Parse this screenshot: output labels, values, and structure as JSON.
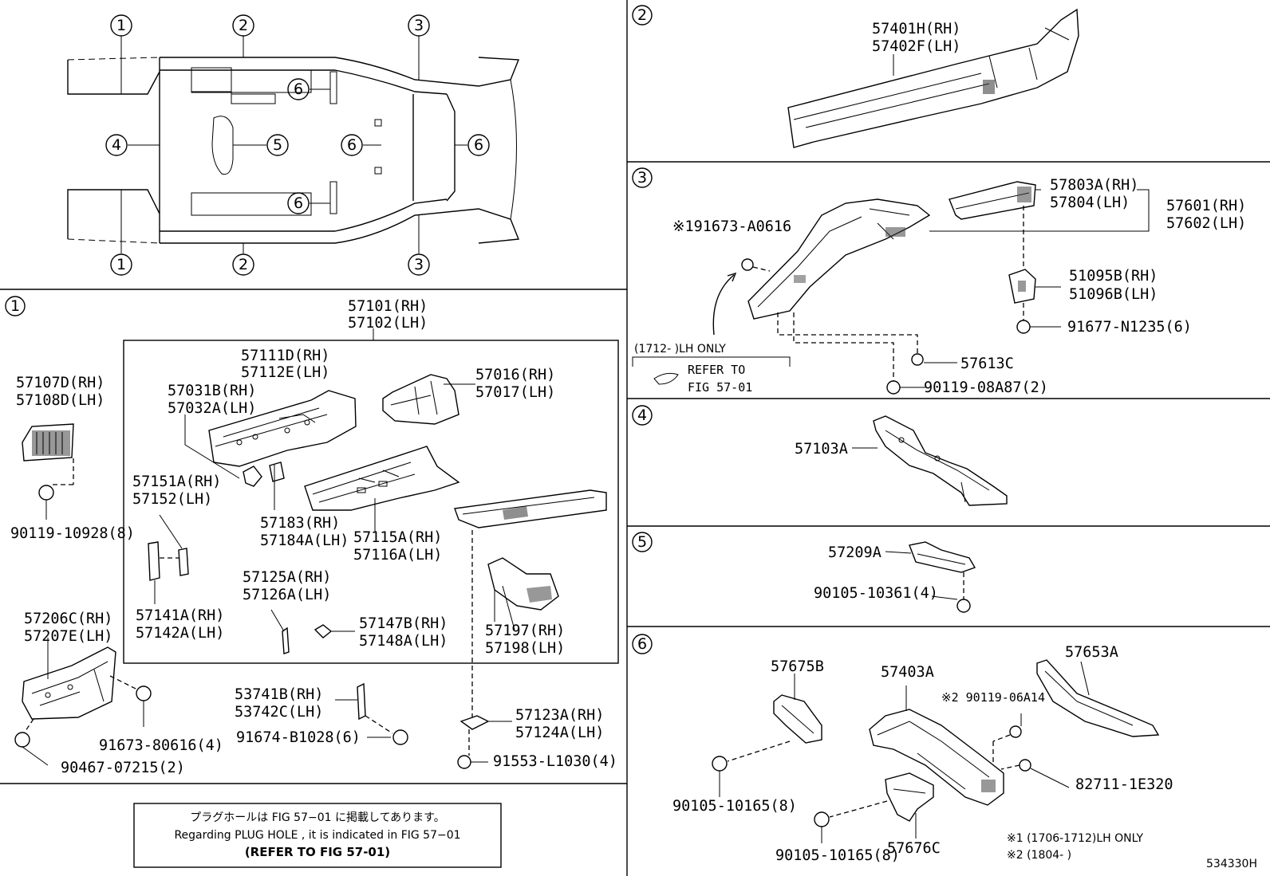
{
  "overview": {
    "callouts": [
      "1",
      "2",
      "3",
      "4",
      "5",
      "6"
    ]
  },
  "section_1": {
    "marker": "1",
    "parts": {
      "p57101": "57101(RH)",
      "p57102": "57102(LH)",
      "p57107D": "57107D(RH)",
      "p57108D": "57108D(LH)",
      "p90119_10928": "90119-10928(8)",
      "p57111D": "57111D(RH)",
      "p57112E": "57112E(LH)",
      "p57031B": "57031B(RH)",
      "p57032A": "57032A(LH)",
      "p57016": "57016(RH)",
      "p57017": "57017(LH)",
      "p57151A": "57151A(RH)",
      "p57152": "57152(LH)",
      "p57183": "57183(RH)",
      "p57184A": "57184A(LH)",
      "p57115A": "57115A(RH)",
      "p57116A": "57116A(LH)",
      "p57141A": "57141A(RH)",
      "p57142A": "57142A(LH)",
      "p57125A": "57125A(RH)",
      "p57126A": "57126A(LH)",
      "p57147B": "57147B(RH)",
      "p57148A": "57148A(LH)",
      "p57197": "57197(RH)",
      "p57198": "57198(LH)",
      "p57206C": "57206C(RH)",
      "p57207E": "57207E(LH)",
      "p91673_80616": "91673-80616(4)",
      "p90467_07215": "90467-07215(2)",
      "p53741B": "53741B(RH)",
      "p53742C": "53742C(LH)",
      "p91674_B1028": "91674-B1028(6)",
      "p57123A": "57123A(RH)",
      "p57124A": "57124A(LH)",
      "p91553_L1030": "91553-L1030(4)"
    }
  },
  "section_2": {
    "marker": "2",
    "parts": {
      "p57401H": "57401H(RH)",
      "p57402F": "57402F(LH)"
    }
  },
  "section_3": {
    "marker": "3",
    "parts": {
      "p57803A": "57803A(RH)",
      "p57804": "57804(LH)",
      "p57601": "57601(RH)",
      "p57602": "57602(LH)",
      "p191673": "※191673-A0616",
      "p51095B": "51095B(RH)",
      "p51096B": "51096B(LH)",
      "p91677": "91677-N1235(6)",
      "p57613C": "57613C",
      "p90119_08A87": "90119-08A87(2)"
    },
    "lh_only": "(1712-      )LH ONLY",
    "refer_1": "REFER TO",
    "refer_2": "FIG 57-01"
  },
  "section_4": {
    "marker": "4",
    "parts": {
      "p57103A": "57103A"
    }
  },
  "section_5": {
    "marker": "5",
    "parts": {
      "p57209A": "57209A",
      "p90105_10361": "90105-10361(4)"
    }
  },
  "section_6": {
    "marker": "6",
    "parts": {
      "p57675B": "57675B",
      "p57403A": "57403A",
      "p57653A": "57653A",
      "p90119_06A14": "※2 90119-06A14",
      "p82711": "82711-1E320",
      "p90105_10165a": "90105-10165(8)",
      "p90105_10165b": "90105-10165(8)",
      "p57676C": "57676C"
    },
    "note_1": "※1 (1706-1712)LH ONLY",
    "note_2": "※2 (1804-      )"
  },
  "plug_note": {
    "jp": "プラグホールは FIG 57−01 に掲載してあります。",
    "en": "Regarding  PLUG  HOLE , it is indicated in  FIG  57−01",
    "ref": "(REFER TO FIG 57-01)"
  },
  "figure_id": "534330H"
}
